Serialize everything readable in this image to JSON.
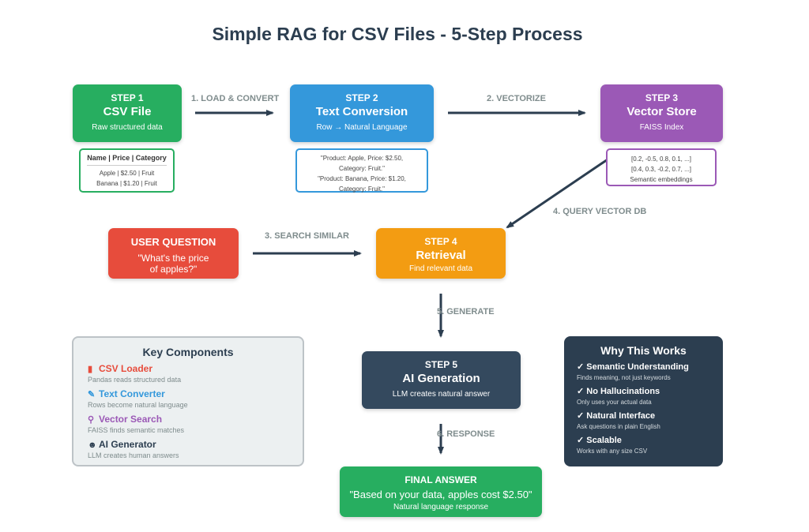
{
  "title": "Simple RAG for CSV Files - 5-Step Process",
  "step1": {
    "kicker": "STEP 1",
    "main": "CSV File",
    "sub": "Raw structured data"
  },
  "step2": {
    "kicker": "STEP 2",
    "main": "Text Conversion",
    "sub": "Row → Natural Language"
  },
  "step3": {
    "kicker": "STEP 3",
    "main": "Vector Store",
    "sub": "FAISS Index"
  },
  "step4": {
    "kicker": "STEP 4",
    "main": "Retrieval",
    "sub": "Find relevant data"
  },
  "step5": {
    "kicker": "STEP 5",
    "main": "AI Generation",
    "sub": "LLM creates natural answer"
  },
  "question": {
    "kicker": "USER QUESTION",
    "line1": "\"What's the price",
    "line2": "of apples?\""
  },
  "answer": {
    "kicker": "FINAL ANSWER",
    "main": "\"Based on your data, apples cost $2.50\"",
    "sub": "Natural language response"
  },
  "csv_detail": {
    "header": "Name | Price | Category",
    "rows": [
      "Apple | $2.50 | Fruit",
      "Banana | $1.20 | Fruit"
    ]
  },
  "text_detail": {
    "lines": [
      "\"Product: Apple, Price: $2.50,",
      "Category: Fruit.\"",
      "\"Product: Banana, Price: $1.20,",
      "Category: Fruit.\""
    ]
  },
  "vector_detail": {
    "lines": [
      "[0.2, -0.5, 0.8, 0.1, ...]",
      "[0.4, 0.3, -0.2, 0.7, ...]",
      "Semantic embeddings"
    ]
  },
  "arrow_labels": {
    "load": "1. LOAD & CONVERT",
    "vectorize": "2. VECTORIZE",
    "search": "3. SEARCH SIMILAR",
    "query": "4. QUERY VECTOR DB",
    "generate": "5. GENERATE",
    "response": "6. RESPONSE"
  },
  "key_components": {
    "title": "Key Components",
    "items": [
      {
        "icon": "bar-chart-icon",
        "glyph": "▮",
        "name": "CSV Loader",
        "desc": "Pandas reads structured data",
        "color": "#e74c3c"
      },
      {
        "icon": "memo-icon",
        "glyph": "✎",
        "name": "Text Converter",
        "desc": "Rows become natural language",
        "color": "#3498db"
      },
      {
        "icon": "magnifier-icon",
        "glyph": "⚲",
        "name": "Vector Search",
        "desc": "FAISS finds semantic matches",
        "color": "#9b59b6"
      },
      {
        "icon": "robot-icon",
        "glyph": "☻",
        "name": "AI Generator",
        "desc": "LLM creates human answers",
        "color": "#2c3e50"
      }
    ]
  },
  "why": {
    "title": "Why This Works",
    "items": [
      {
        "name": "✓ Semantic Understanding",
        "desc": "Finds meaning, not just keywords"
      },
      {
        "name": "✓ No Hallucinations",
        "desc": "Only uses your actual data"
      },
      {
        "name": "✓ Natural Interface",
        "desc": "Ask questions in plain English"
      },
      {
        "name": "✓ Scalable",
        "desc": "Works with any size CSV"
      }
    ]
  },
  "colors": {
    "arrow": "#2c3e50",
    "label": "#7f8c8d"
  }
}
